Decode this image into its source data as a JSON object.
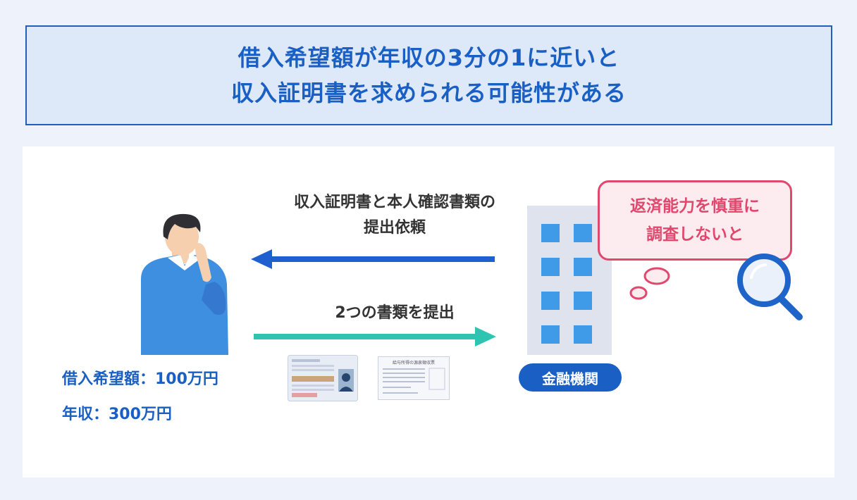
{
  "header": {
    "line1": "借入希望額が年収の3分の1に近いと",
    "line2": "収入証明書を求められる可能性がある"
  },
  "request": {
    "line1": "収入証明書と本人確認書類の",
    "line2": "提出依頼"
  },
  "submit": {
    "label": "2つの書類を提出"
  },
  "person": {
    "loan_label": "借入希望額：100万円",
    "income_label": "年収：300万円"
  },
  "bank": {
    "label": "金融機関"
  },
  "thought": {
    "line1": "返済能力を慎重に",
    "line2": "調査しないと"
  },
  "documents": {
    "withholding_title": "給与所得の源泉徴収票"
  },
  "colors": {
    "primary": "#1a5fc4",
    "arrow_left": "#1f5fd0",
    "arrow_right": "#2fc4b2",
    "thought": "#e0486e",
    "person_shirt": "#3f8fe0",
    "building": "#dfe3ee",
    "window": "#3f9be8"
  },
  "icons": [
    "person-icon",
    "building-icon",
    "magnifier-icon",
    "id-card-icon",
    "withholding-slip-icon"
  ]
}
